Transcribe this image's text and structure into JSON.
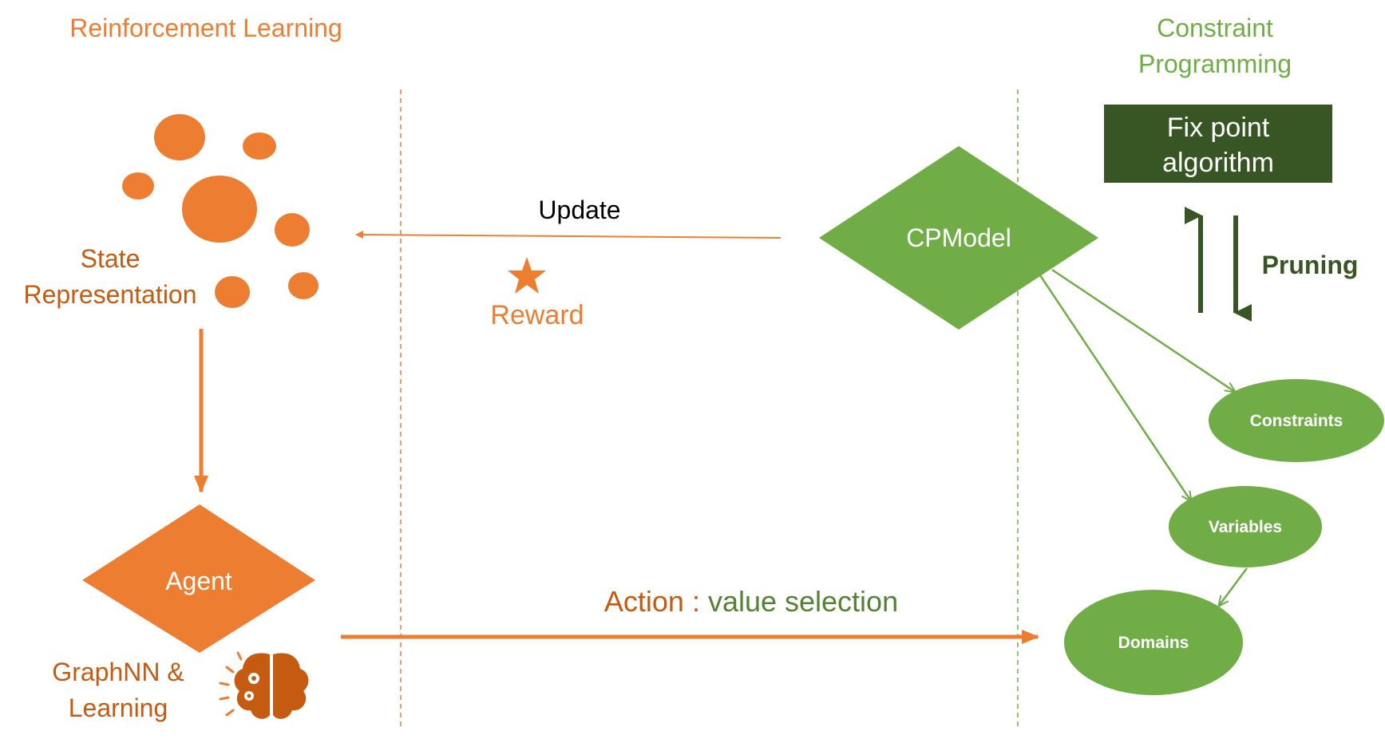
{
  "colors": {
    "orange": "#ED7D31",
    "orange_dark": "#C55A11",
    "green": "#70AD47",
    "green_dark": "#375623",
    "white": "#ffffff",
    "black": "#000000"
  },
  "headers": {
    "rl": "Reinforcement Learning",
    "cp_line1": "Constraint",
    "cp_line2": "Programming"
  },
  "rl_side": {
    "state_line1": "State",
    "state_line2": "Representation",
    "agent": "Agent",
    "graphnn_line1": "GraphNN &",
    "graphnn_line2": "Learning",
    "icon": "brain-gears-icon"
  },
  "middle": {
    "update": "Update",
    "reward": "Reward",
    "reward_icon": "star-icon",
    "action_part1": "Action : ",
    "action_part2": "value selection"
  },
  "cp_side": {
    "fixpoint_line1": "Fix point",
    "fixpoint_line2": "algorithm",
    "pruning": "Pruning",
    "cpmodel": "CPModel",
    "constraints": "Constraints",
    "variables": "Variables",
    "domains": "Domains"
  }
}
